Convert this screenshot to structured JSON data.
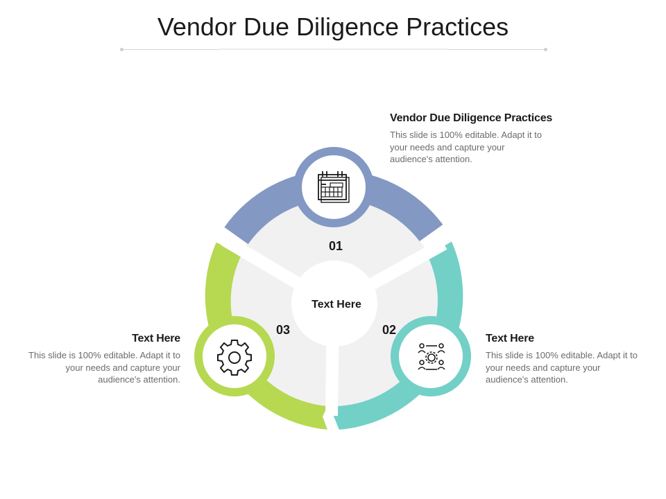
{
  "title": "Vendor Due Diligence Practices",
  "center_label": "Text Here",
  "segments": [
    {
      "number": "01",
      "color": "#8398c3",
      "icon": "calendar-icon"
    },
    {
      "number": "02",
      "color": "#72d0c7",
      "icon": "network-settings-icon"
    },
    {
      "number": "03",
      "color": "#b6d951",
      "icon": "gear-icon"
    }
  ],
  "callouts": [
    {
      "heading": "Vendor Due Diligence Practices",
      "body": "This slide is 100% editable. Adapt it to your needs and capture your audience's attention."
    },
    {
      "heading": "Text Here",
      "body": "This slide is 100% editable. Adapt it to your needs and capture your audience's attention."
    },
    {
      "heading": "Text Here",
      "body": "This slide is 100% editable. Adapt it to your needs and capture your audience's attention."
    }
  ]
}
